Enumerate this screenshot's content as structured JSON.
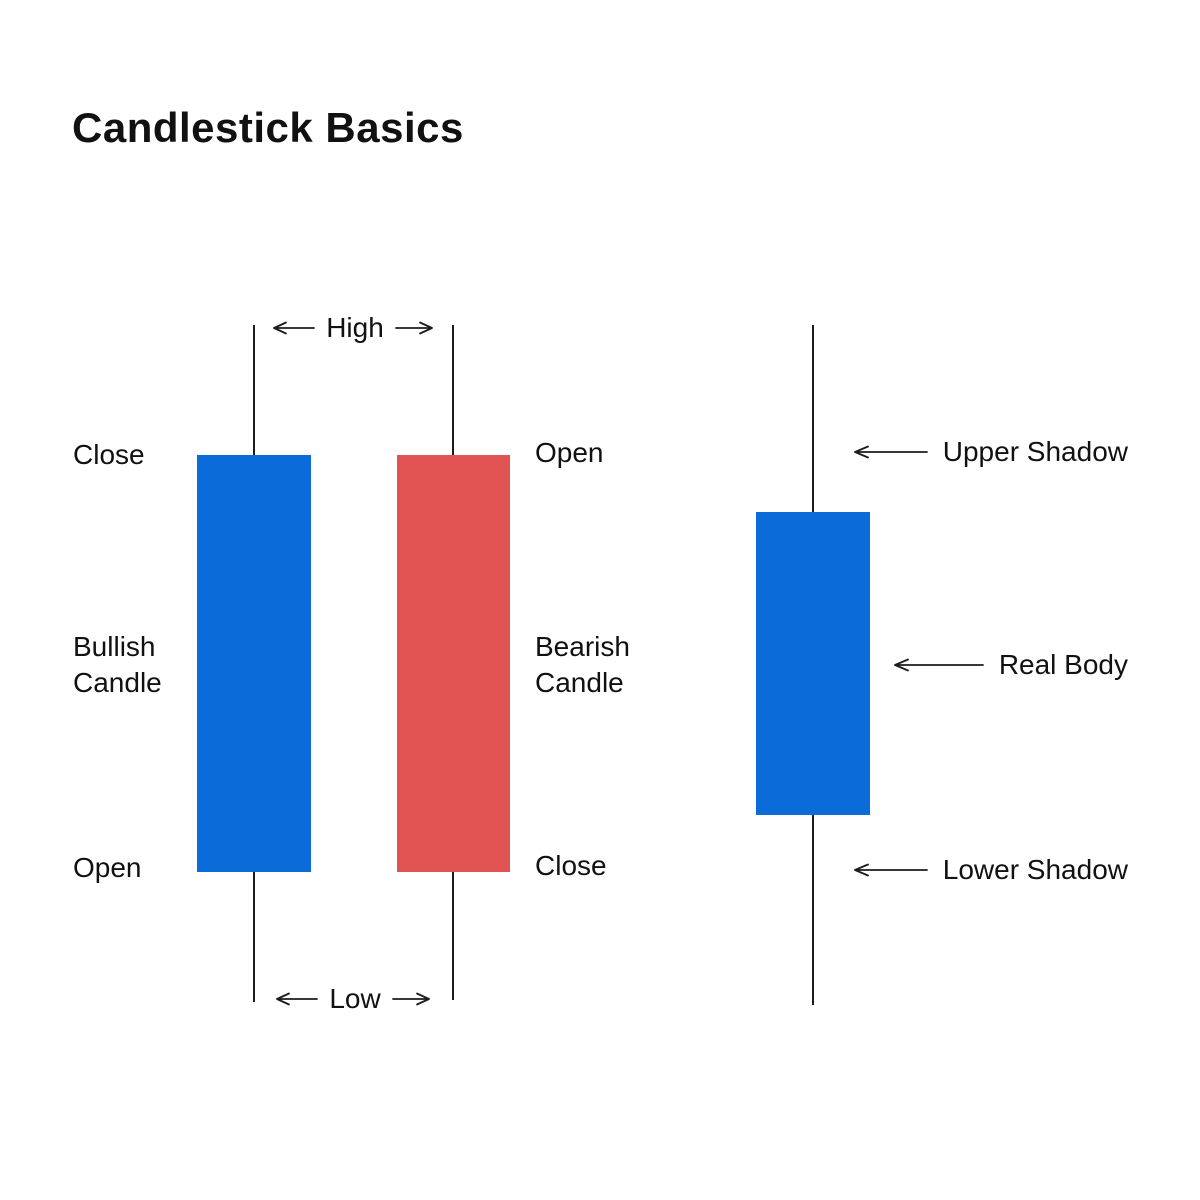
{
  "title": "Candlestick Basics",
  "colors": {
    "bullish": "#0b6cd9",
    "bearish": "#e15252",
    "line": "#1c1c1c",
    "text": "#111111",
    "background": "#ffffff"
  },
  "left_diagram": {
    "high_label": "High",
    "low_label": "Low",
    "bullish_candle": {
      "name": [
        "Bullish",
        "Candle"
      ],
      "top_label": "Close",
      "bottom_label": "Open"
    },
    "bearish_candle": {
      "name": [
        "Bearish",
        "Candle"
      ],
      "top_label": "Open",
      "bottom_label": "Close"
    }
  },
  "right_diagram": {
    "upper_shadow_label": "Upper Shadow",
    "real_body_label": "Real Body",
    "lower_shadow_label": "Lower Shadow"
  }
}
